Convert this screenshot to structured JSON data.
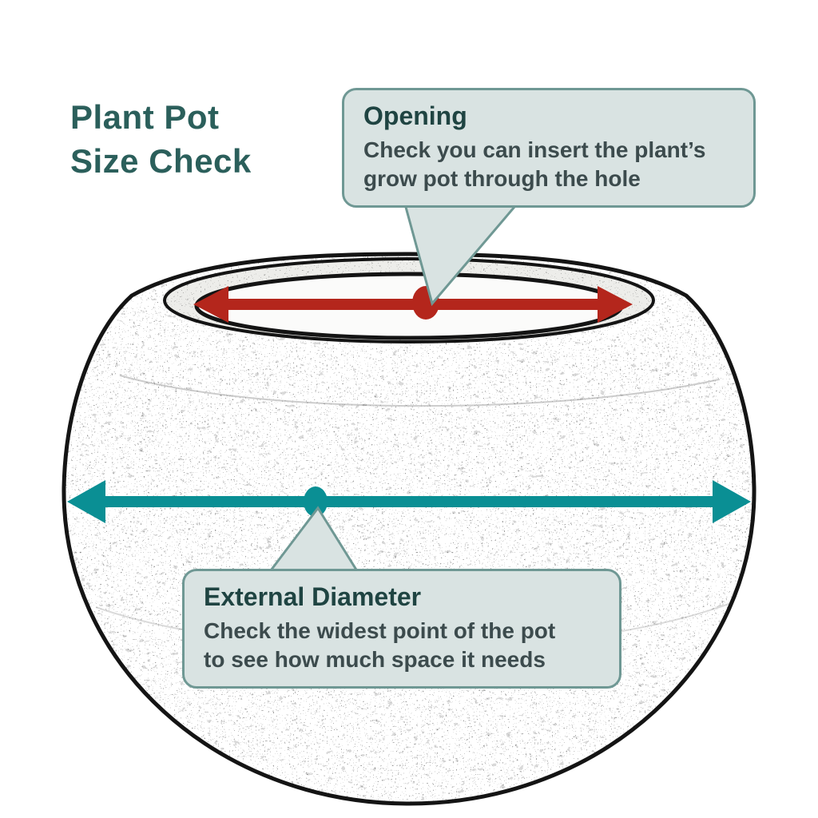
{
  "title": {
    "line1": "Plant Pot",
    "line2": "Size Check"
  },
  "callouts": {
    "opening": {
      "heading": "Opening",
      "body": [
        "Check you can insert the plant’s",
        "grow pot through the hole"
      ]
    },
    "external": {
      "heading": "External Diameter",
      "body": [
        "Check the widest point of the pot",
        "to see how much space it needs"
      ]
    }
  },
  "colors": {
    "title": "#2b5f5b",
    "callout_bg": "#d9e3e2",
    "callout_border": "#6f9894",
    "heading": "#1f4442",
    "body": "#3c4b4d",
    "opening_arrow": "#b4261c",
    "diameter_arrow": "#0a8f94",
    "outline": "#141414"
  }
}
